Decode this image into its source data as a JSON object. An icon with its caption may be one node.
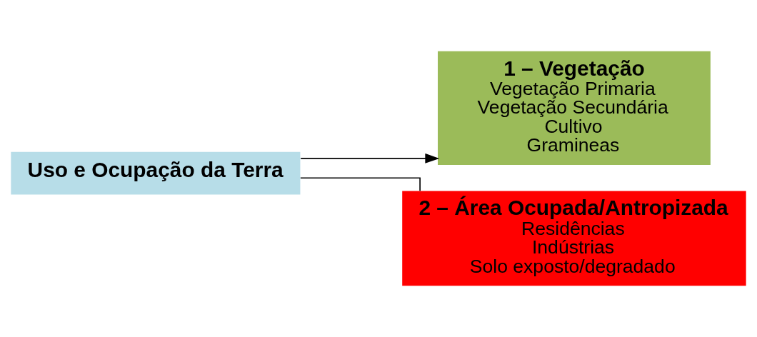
{
  "diagram": {
    "nodes": [
      {
        "text": [
          "Uso e Ocupação da Terra"
        ]
      },
      {
        "text": [
          "1 – Vegetação",
          "Vegetação Primaria",
          "Vegetação Secundária",
          "Cultivo",
          "Gramineas"
        ]
      },
      {
        "text": [
          "2 – Área Ocupada/Antropizada",
          "Residências",
          "Indústrias",
          "Solo exposto/degradado"
        ]
      }
    ],
    "edges": [
      {
        "from": 0,
        "to": 1,
        "arrow": "to"
      },
      {
        "from": 0,
        "to": 2,
        "arrow": "none"
      }
    ]
  }
}
